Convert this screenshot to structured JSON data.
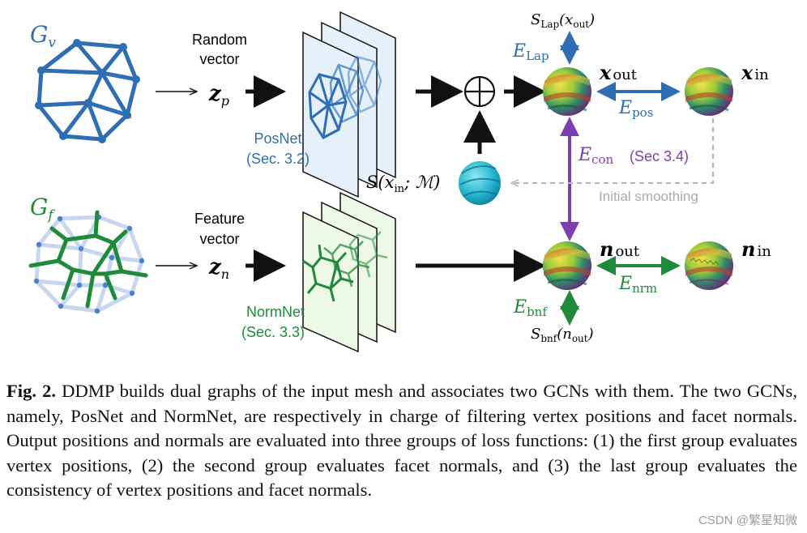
{
  "diagram": {
    "graph_v_label": "G",
    "graph_v_sub": "v",
    "graph_f_label": "G",
    "graph_f_sub": "f",
    "random_vector_line1": "Random",
    "random_vector_line2": "vector",
    "zp_main": "z",
    "zp_sub": "p",
    "feature_vector_line1": "Feature",
    "feature_vector_line2": "vector",
    "zn_main": "z",
    "zn_sub": "n",
    "posnet_label": "PosNet",
    "posnet_ref": "(Sec. 3.2)",
    "normnet_label": "NormNet",
    "normnet_ref": "(Sec. 3.3)",
    "plus_symbol": "⊕",
    "s_xin_M": "S(x",
    "s_xin_sub": "in",
    "s_xin_rest": "; ℳ)",
    "s_lap_main": "S",
    "s_lap_sub": "Lap",
    "s_lap_arg": "(x",
    "s_lap_arg_sub": "out",
    "s_lap_close": ")",
    "e_lap_main": "E",
    "e_lap_sub": "Lap",
    "x_out_main": "x",
    "x_out_sub": "out",
    "x_in_main": "x",
    "x_in_sub": "in",
    "e_pos_main": "E",
    "e_pos_sub": "pos",
    "e_con_main": "E",
    "e_con_sub": "con",
    "e_con_ref": "(Sec 3.4)",
    "initial_smoothing": "Initial smoothing",
    "n_out_main": "n",
    "n_out_sub": "out",
    "n_in_main": "n",
    "n_in_sub": "in",
    "e_nrm_main": "E",
    "e_nrm_sub": "nrm",
    "e_bnf_main": "E",
    "e_bnf_sub": "bnf",
    "s_bnf_main": "S",
    "s_bnf_sub": "bnf",
    "s_bnf_arg": "(n",
    "s_bnf_arg_sub": "out",
    "s_bnf_close": ")"
  },
  "colors": {
    "blue": "#2f6db5",
    "green": "#1f8a3a",
    "purple": "#7b3fb0",
    "gray_dashed": "#b5b5b5",
    "black": "#111111"
  },
  "caption": {
    "label": "Fig. 2.",
    "text": " DDMP builds dual graphs of the input mesh and associates two GCNs with them. The two GCNs, namely, PosNet and NormNet, are respectively in charge of filtering vertex positions and facet normals. Output positions and normals are evaluated into three groups of loss functions: (1) the first group evaluates vertex positions, (2) the second group evaluates facet normals, and (3) the last group evaluates the consistency of vertex positions and facet normals."
  },
  "watermark": "CSDN @繁星知微"
}
